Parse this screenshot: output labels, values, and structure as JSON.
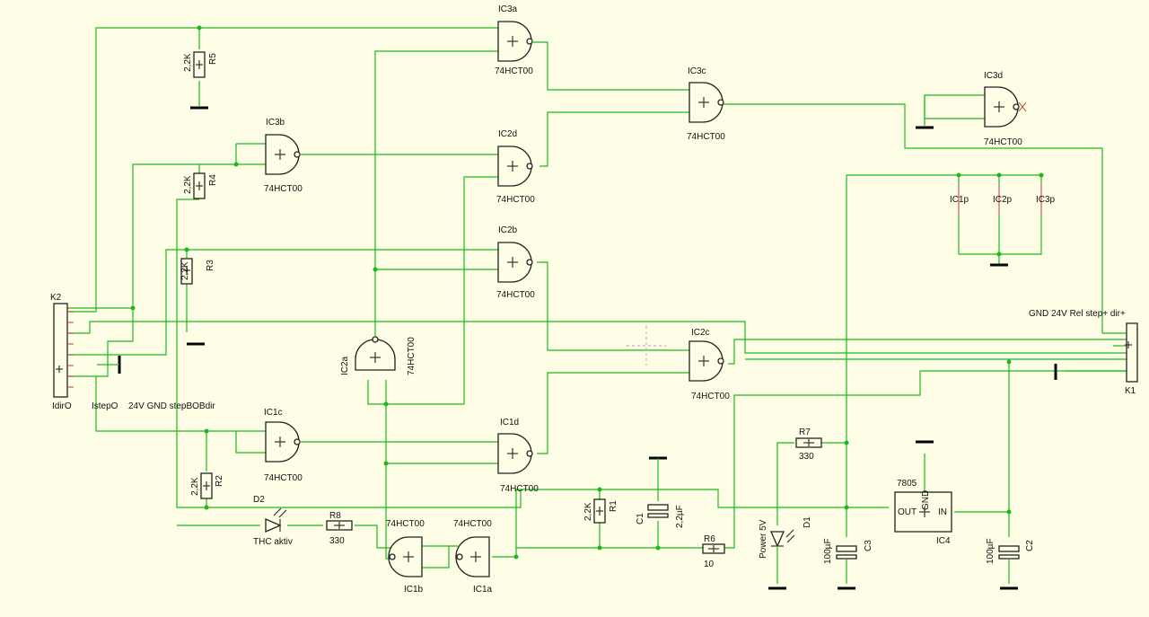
{
  "colors": {
    "background": "#fefee6",
    "wire": "#1cb81c",
    "pin": "#c0392b",
    "body": "#222222"
  },
  "labels": {
    "IC3a": "IC3a",
    "IC3a_type": "74HCT00",
    "IC3b": "IC3b",
    "IC3b_type": "74HCT00",
    "IC3c": "IC3c",
    "IC3c_type": "74HCT00",
    "IC3d": "IC3d",
    "IC3d_type": "74HCT00",
    "IC2a": "IC2a",
    "IC2a_type": "74HCT00",
    "IC2b": "IC2b",
    "IC2b_type": "74HCT00",
    "IC2c": "IC2c",
    "IC2c_type": "74HCT00",
    "IC2d": "IC2d",
    "IC2d_type": "74HCT00",
    "IC1a": "IC1a",
    "IC1a_type": "74HCT00",
    "IC1b": "IC1b",
    "IC1b_type": "74HCT00",
    "IC1c": "IC1c",
    "IC1c_type": "74HCT00",
    "IC1d": "IC1d",
    "IC1d_type": "74HCT00",
    "IC1p": "IC1p",
    "IC2p": "IC2p",
    "IC3p": "IC3p",
    "K1": "K1",
    "K1_pins": "GND 24V Rel step+ dir+",
    "K2": "K2",
    "K2_pin_a": "IdirO",
    "K2_pin_b": "IstepO",
    "K2_pin_c": "24V GND stepBOBdir",
    "R1": "R1",
    "R1_val": "2,2K",
    "R2": "R2",
    "R2_val": "2,2K",
    "R3": "R3",
    "R3_val": "2,2K",
    "R4": "R4",
    "R4_val": "2,2K",
    "R5": "R5",
    "R5_val": "2,2K",
    "R6": "R6",
    "R6_val": "10",
    "R7": "R7",
    "R7_val": "330",
    "R8": "R8",
    "R8_val": "330",
    "C1": "C1",
    "C1_val": "2,2µF",
    "C2": "C2",
    "C2_val": "100µF",
    "C3": "C3",
    "C3_val": "100µF",
    "D1": "D1",
    "D1_val": "Power 5V",
    "D2": "D2",
    "D2_val": "THC aktiv",
    "IC4": "IC4",
    "IC4_type": "7805",
    "reg_out": "OUT",
    "reg_in": "IN",
    "reg_gnd": "GND"
  }
}
